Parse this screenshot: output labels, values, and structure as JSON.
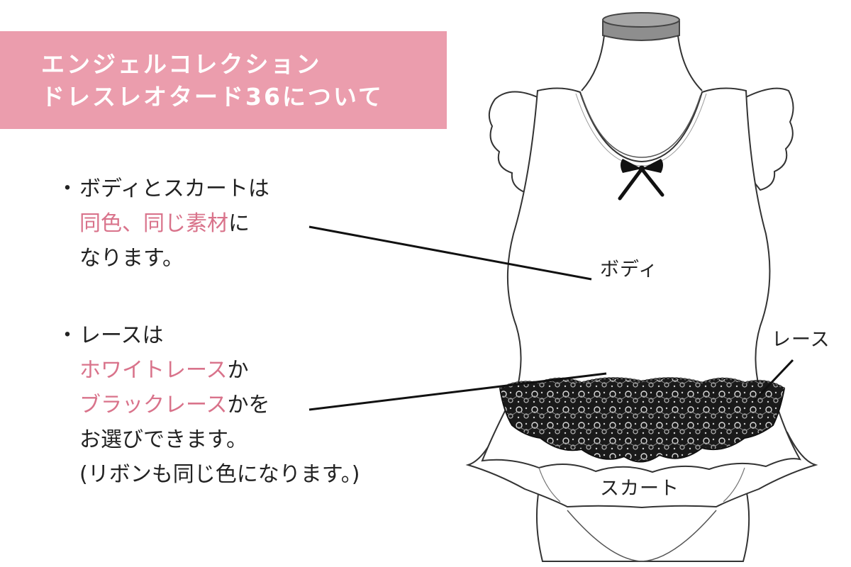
{
  "banner": {
    "line1": "エンジェルコレクション",
    "line2": "ドレスレオタード36について"
  },
  "note1": {
    "bullet": "・",
    "line1": "ボディとスカートは",
    "line2_highlight": "同色、同じ素材",
    "line2_rest": "に",
    "line3": "なります。"
  },
  "note2": {
    "bullet": "・",
    "line1": "レースは",
    "line2_highlight": "ホワイトレース",
    "line2_rest": "か",
    "line3_highlight": "ブラックレース",
    "line3_rest": "かを",
    "line4": "お選びできます。",
    "line5": "(リボンも同じ色になります。)"
  },
  "labels": {
    "body": "ボディ",
    "lace": "レース",
    "skirt": "スカート"
  },
  "colors": {
    "banner_bg": "#eb9dad",
    "highlight": "#d9738b",
    "text": "#222222"
  }
}
